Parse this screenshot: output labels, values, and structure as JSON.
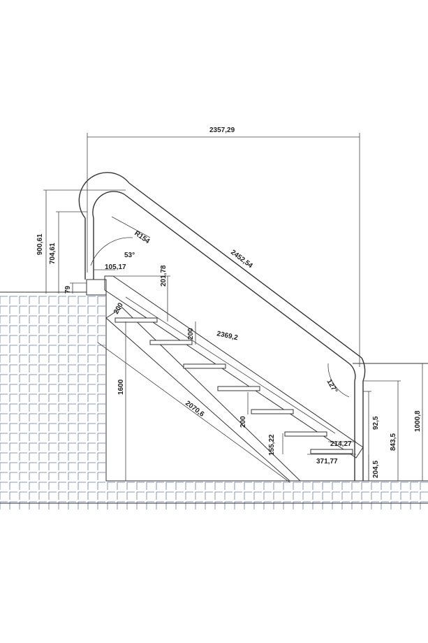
{
  "dimensions": {
    "overall_width": "2357,29",
    "left_height_top": "900,61",
    "left_height_mid": "704,61",
    "offset_79": "79",
    "bend_angle": "53°",
    "bend_radius": "R154",
    "rail_length": "2452,54",
    "post_offset": "105,17",
    "top_rise": "201,78",
    "step_rise_top": "200",
    "step_rise_mid": "200",
    "step_rise_low": "200",
    "stringer_length": "2369,2",
    "bottom_bend_angle": "127°",
    "pool_depth": "1600",
    "stringer_bottom": "2070,6",
    "bottom_rise": "155,22",
    "bottom_step_width": "214,27",
    "base_width": "371,77",
    "right_offset": "92,5",
    "right_height_mid": "843,5",
    "right_height_total": "1000,8",
    "right_base": "204,5"
  },
  "colors": {
    "line": "#333333",
    "tile": "#6a7aa8",
    "background": "#ffffff"
  }
}
